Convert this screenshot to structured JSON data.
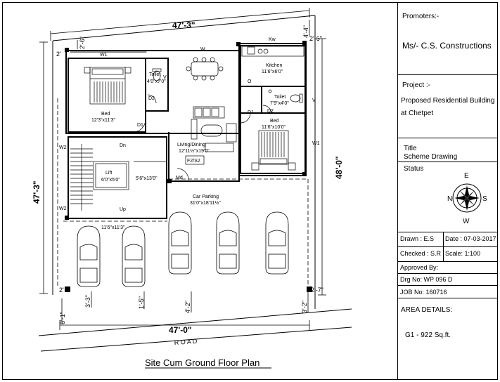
{
  "title_block": {
    "promoters_label": "Promoters:-",
    "promoter_name": "Ms/- C.S.  Constructions",
    "project_label": "Project :-",
    "project_line1": "Proposed Residential Building",
    "project_line2": "at Chetpet",
    "title_label": "Title",
    "title_value": "Scheme Drawing",
    "status_label": "Status",
    "compass": {
      "e": "E",
      "w": "W",
      "n": "N",
      "s": "S"
    },
    "drawn": "Drawn     : E.S",
    "date": "Date : 07-03-2017",
    "checked": "Checked : S.R",
    "scale": "Scale:  1:100",
    "approved": "Approved By:",
    "drg_no": "Drg No: WP 096 D",
    "job_no": "JOB No: 160716",
    "area_label": "AREA DETAILS:",
    "area_value": "G1  -  922  Sq.ft."
  },
  "plan": {
    "caption": "Site Cum Ground Floor Plan",
    "road": "R  O  A  D",
    "dims": {
      "top": "47'-3\"",
      "bottom": "47'-0\"",
      "left": "47'-3\"",
      "right": "48'-0\"",
      "top_left_offset": "2'-6\"",
      "top_right_offset": "4'-4\"",
      "right_top_offset": "2'-6\"",
      "right_bottom_offset": "2'-7\"",
      "left_small": "2'",
      "bottom_left_small": "2'",
      "front_1": "6'-1\"",
      "front_2": "3'-3\"",
      "front_3": "1'-5\"",
      "front_4": "4'-2\"",
      "front_5": "3'-2\""
    },
    "rooms": {
      "bed1": "Bed",
      "bed1_size": "12'3\"x11'3\"",
      "toilet1": "Toilet",
      "toilet1_size": "4'0\"x7'0\"",
      "kitchen": "Kitchen",
      "kitchen_size": "11'6\"x6'0\"",
      "toilet2": "Toilet",
      "toilet2_size": "7'9\"x4'0\"",
      "bed2": "Bed",
      "bed2_size": "11'6\"x10'0\"",
      "living": "Living/Dining",
      "living_size": "12'11½\"x19'0\"",
      "f2s2": "F2/S2",
      "lift": "Lift",
      "lift_size": "6'0\"x5'0\"",
      "lobby_size": "5'6\"x13'0\"",
      "stair_size": "11'6\"x11'3\"",
      "parking": "Car Parking",
      "parking_size": "31'0\"x18'11½\""
    },
    "tags": {
      "w1_top": "W1",
      "w_top": "W",
      "kw": "Kw",
      "d2_a": "D2",
      "d1_a": "D1",
      "d1_b": "D1",
      "d2_b": "D2",
      "v_a": "V",
      "v_b": "V",
      "w1_right": "W1",
      "w2_a": "W2",
      "w2_b": "W2",
      "md": "Md",
      "dn": "Dn",
      "up": "Up",
      "o": "O"
    }
  }
}
